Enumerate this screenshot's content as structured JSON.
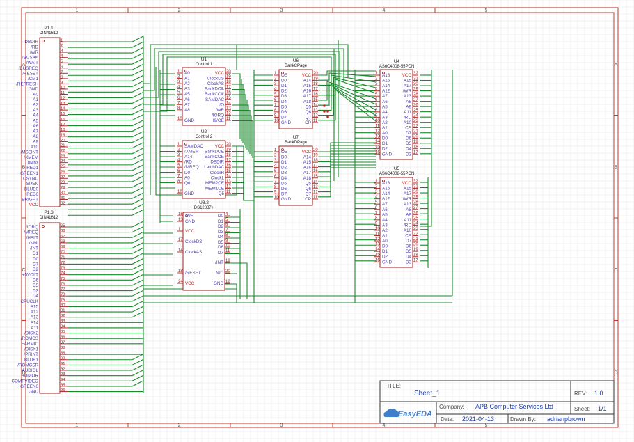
{
  "frame": {
    "columns": [
      "1",
      "2",
      "3",
      "4",
      "5"
    ],
    "rows": [
      "A",
      "B",
      "C",
      "D"
    ]
  },
  "title_block": {
    "title_label": "TITLE:",
    "title": "Sheet_1",
    "rev_label": "REV:",
    "rev": "1.0",
    "company_label": "Company:",
    "company": "APB Computer Services Ltd",
    "sheet_label": "Sheet:",
    "sheet": "1/1",
    "date_label": "Date:",
    "date": "2021-04-13",
    "drawn_label": "Drawn By:",
    "drawn": "adrianpbrown",
    "logo": "EasyEDA"
  },
  "components": {
    "p11": {
      "ref": "P1.1",
      "value": "DIN41612",
      "pins": [
        {
          "n": "1",
          "l": "DBDIR"
        },
        {
          "n": "2",
          "l": "/RD"
        },
        {
          "n": "3",
          "l": "/WR"
        },
        {
          "n": "4",
          "l": "/BUSAK"
        },
        {
          "n": "5",
          "l": "/WAIT"
        },
        {
          "n": "6",
          "l": "/BUSREQ"
        },
        {
          "n": "7",
          "l": "/RESET"
        },
        {
          "n": "8",
          "l": "/CM1"
        },
        {
          "n": "9",
          "l": "/REFRESH"
        },
        {
          "n": "10",
          "l": "GND"
        },
        {
          "n": "11",
          "l": "A0"
        },
        {
          "n": "12",
          "l": "A1"
        },
        {
          "n": "13",
          "l": "A2"
        },
        {
          "n": "14",
          "l": "A3"
        },
        {
          "n": "15",
          "l": "A4"
        },
        {
          "n": "16",
          "l": "A5"
        },
        {
          "n": "17",
          "l": "A6"
        },
        {
          "n": "18",
          "l": "A7"
        },
        {
          "n": "19",
          "l": "A8"
        },
        {
          "n": "20",
          "l": "A9"
        },
        {
          "n": "21",
          "l": "A10"
        },
        {
          "n": "22",
          "l": "/MSEINT"
        },
        {
          "n": "23",
          "l": "/XMEM"
        },
        {
          "n": "24",
          "l": "8Mhz"
        },
        {
          "n": "25",
          "l": "RED1"
        },
        {
          "n": "26",
          "l": "GREEN1"
        },
        {
          "n": "27",
          "l": "CSYNC"
        },
        {
          "n": "28",
          "l": "SPEN"
        },
        {
          "n": "29",
          "l": "BLUE0"
        },
        {
          "n": "30",
          "l": "RED0"
        },
        {
          "n": "31",
          "l": "BRIGHT"
        },
        {
          "n": "32",
          "l": "VCC"
        }
      ]
    },
    "p13": {
      "ref": "P1.3",
      "value": "DIN41612",
      "pins": [
        {
          "n": "65",
          "l": "/IORQ"
        },
        {
          "n": "66",
          "l": "/MREQ"
        },
        {
          "n": "67",
          "l": "/HALT"
        },
        {
          "n": "68",
          "l": "/NMI"
        },
        {
          "n": "69",
          "l": "/INT"
        },
        {
          "n": "70",
          "l": "D1"
        },
        {
          "n": "71",
          "l": "D0"
        },
        {
          "n": "72",
          "l": "D7"
        },
        {
          "n": "73",
          "l": "D2"
        },
        {
          "n": "74",
          "l": "+5VOLT"
        },
        {
          "n": "75",
          "l": "D6"
        },
        {
          "n": "76",
          "l": "D5"
        },
        {
          "n": "77",
          "l": "D3"
        },
        {
          "n": "78",
          "l": "D4"
        },
        {
          "n": "79",
          "l": "CPUCLK"
        },
        {
          "n": "80",
          "l": "A15"
        },
        {
          "n": "81",
          "l": "A12"
        },
        {
          "n": "82",
          "l": "A13"
        },
        {
          "n": "83",
          "l": "A14"
        },
        {
          "n": "84",
          "l": "A11"
        },
        {
          "n": "85",
          "l": "/DISK2"
        },
        {
          "n": "86",
          "l": "/ROMCS"
        },
        {
          "n": "87",
          "l": "EARMIC"
        },
        {
          "n": "88",
          "l": "/DISK1"
        },
        {
          "n": "89",
          "l": "/PRINT"
        },
        {
          "n": "90",
          "l": "BLUE1"
        },
        {
          "n": "91",
          "l": "/ROMCSR"
        },
        {
          "n": "92",
          "l": "AUDIOL"
        },
        {
          "n": "93",
          "l": "AUDIOR"
        },
        {
          "n": "94",
          "l": "COMPVIDEO"
        },
        {
          "n": "95",
          "l": "GREEN0"
        },
        {
          "n": "96",
          "l": "GND"
        }
      ]
    },
    "u1": {
      "ref": "U1",
      "value": "Control 1",
      "left": [
        {
          "n": "1",
          "l": "A0"
        },
        {
          "n": "2",
          "l": "A1"
        },
        {
          "n": "3",
          "l": "A2"
        },
        {
          "n": "4",
          "l": "A3"
        },
        {
          "n": "5",
          "l": "A5"
        },
        {
          "n": "6",
          "l": "A6"
        },
        {
          "n": "7",
          "l": "A7"
        },
        {
          "n": "8",
          "l": "A8"
        },
        {
          "n": "10",
          "l": "GND"
        }
      ],
      "right": [
        {
          "n": "20",
          "l": "VCC"
        },
        {
          "n": "19",
          "l": "ClockDS"
        },
        {
          "n": "18",
          "l": "ClockAS"
        },
        {
          "n": "17",
          "l": "BankDClk"
        },
        {
          "n": "16",
          "l": "BankCClk"
        },
        {
          "n": "15",
          "l": "SAMDAC"
        },
        {
          "n": "14",
          "l": "I/O"
        },
        {
          "n": "13",
          "l": "/WR"
        },
        {
          "n": "12",
          "l": "/IORQ"
        },
        {
          "n": "11",
          "l": "I9/OE"
        }
      ]
    },
    "u2": {
      "ref": "U2",
      "value": "Control 2",
      "left": [
        {
          "n": "1",
          "l": "SAMDAC"
        },
        {
          "n": "2",
          "l": "/XMEM"
        },
        {
          "n": "3",
          "l": "A14"
        },
        {
          "n": "4",
          "l": "/RD"
        },
        {
          "n": "5",
          "l": "/MREQ"
        },
        {
          "n": "6",
          "l": "D0"
        },
        {
          "n": "7",
          "l": "A0"
        },
        {
          "n": "8",
          "l": "Q6"
        },
        {
          "n": "10",
          "l": "GND"
        }
      ],
      "right": [
        {
          "n": "20",
          "l": "VCC"
        },
        {
          "n": "19",
          "l": "BankDOE"
        },
        {
          "n": "18",
          "l": "BankCOE"
        },
        {
          "n": "17",
          "l": "DBDIR"
        },
        {
          "n": "16",
          "l": "LatchDAC"
        },
        {
          "n": "15",
          "l": "ClockR"
        },
        {
          "n": "14",
          "l": "ClockL"
        },
        {
          "n": "13",
          "l": "MEM2CE"
        },
        {
          "n": "12",
          "l": "MEM1CE"
        },
        {
          "n": "11",
          "l": "Q5"
        }
      ]
    },
    "u32": {
      "ref": "U3.2",
      "value": "DS12887+",
      "left": [
        {
          "n": "15",
          "l": "/WR"
        },
        {
          "n": "13",
          "l": "GND"
        },
        {
          "n": "1",
          "l": "VCC"
        },
        {
          "n": "17",
          "l": "ClockDS"
        },
        {
          "n": "14",
          "l": "ClockAS"
        },
        {
          "n": "18",
          "l": "/RESET"
        },
        {
          "n": "24",
          "l": "VCC"
        }
      ],
      "right": [
        {
          "n": "4",
          "l": "D0"
        },
        {
          "n": "5",
          "l": "D1"
        },
        {
          "n": "6",
          "l": "D2"
        },
        {
          "n": "7",
          "l": "D3"
        },
        {
          "n": "8",
          "l": "D4"
        },
        {
          "n": "9",
          "l": "D5"
        },
        {
          "n": "10",
          "l": "D6"
        },
        {
          "n": "11",
          "l": "D7"
        },
        {
          "n": "19",
          "l": "/INT"
        },
        {
          "n": "20",
          "l": "N/C"
        },
        {
          "n": "12",
          "l": "GND"
        }
      ]
    },
    "u6": {
      "ref": "U6",
      "value": "BankCPage",
      "left": [
        {
          "n": "1",
          "l": "OE"
        },
        {
          "n": "2",
          "l": "D0"
        },
        {
          "n": "3",
          "l": "D1"
        },
        {
          "n": "4",
          "l": "D2"
        },
        {
          "n": "5",
          "l": "D3"
        },
        {
          "n": "6",
          "l": "D4"
        },
        {
          "n": "7",
          "l": "D5"
        },
        {
          "n": "8",
          "l": "D6"
        },
        {
          "n": "9",
          "l": "D7"
        },
        {
          "n": "10",
          "l": "GND"
        }
      ],
      "right": [
        {
          "n": "20",
          "l": "VCC"
        },
        {
          "n": "19",
          "l": "A14"
        },
        {
          "n": "18",
          "l": "A15"
        },
        {
          "n": "17",
          "l": "A16"
        },
        {
          "n": "16",
          "l": "A17"
        },
        {
          "n": "15",
          "l": "A18"
        },
        {
          "n": "14",
          "l": "Q5"
        },
        {
          "n": "13",
          "l": "Q6"
        },
        {
          "n": "12",
          "l": "Q7"
        },
        {
          "n": "11",
          "l": "CP"
        }
      ]
    },
    "u7": {
      "ref": "U7",
      "value": "BankDPage",
      "left": [
        {
          "n": "1",
          "l": "OE"
        },
        {
          "n": "2",
          "l": "D0"
        },
        {
          "n": "3",
          "l": "D1"
        },
        {
          "n": "4",
          "l": "D2"
        },
        {
          "n": "5",
          "l": "D3"
        },
        {
          "n": "6",
          "l": "D4"
        },
        {
          "n": "7",
          "l": "D5"
        },
        {
          "n": "8",
          "l": "D6"
        },
        {
          "n": "9",
          "l": "D7"
        },
        {
          "n": "10",
          "l": "GND"
        }
      ],
      "right": [
        {
          "n": "20",
          "l": "VCC"
        },
        {
          "n": "19",
          "l": "A14"
        },
        {
          "n": "18",
          "l": "A15"
        },
        {
          "n": "17",
          "l": "A16"
        },
        {
          "n": "16",
          "l": "A17"
        },
        {
          "n": "15",
          "l": "A18"
        },
        {
          "n": "14",
          "l": "Q5"
        },
        {
          "n": "13",
          "l": "Q6"
        },
        {
          "n": "12",
          "l": "Q7"
        },
        {
          "n": "11",
          "l": "CP"
        }
      ]
    },
    "u4": {
      "ref": "U4",
      "value": "AS6C4008-55PCN",
      "left": [
        {
          "n": "1",
          "l": "A18"
        },
        {
          "n": "2",
          "l": "A16"
        },
        {
          "n": "3",
          "l": "A14"
        },
        {
          "n": "4",
          "l": "A12"
        },
        {
          "n": "5",
          "l": "A7"
        },
        {
          "n": "6",
          "l": "A6"
        },
        {
          "n": "7",
          "l": "A5"
        },
        {
          "n": "8",
          "l": "A4"
        },
        {
          "n": "9",
          "l": "A3"
        },
        {
          "n": "10",
          "l": "A2"
        },
        {
          "n": "11",
          "l": "A1"
        },
        {
          "n": "12",
          "l": "A0"
        },
        {
          "n": "13",
          "l": "D0"
        },
        {
          "n": "14",
          "l": "D1"
        },
        {
          "n": "15",
          "l": "D2"
        },
        {
          "n": "16",
          "l": "GND"
        }
      ],
      "right": [
        {
          "n": "32",
          "l": "VCC"
        },
        {
          "n": "31",
          "l": "A15"
        },
        {
          "n": "30",
          "l": "A17"
        },
        {
          "n": "29",
          "l": "/WR"
        },
        {
          "n": "28",
          "l": "A13"
        },
        {
          "n": "27",
          "l": "A8"
        },
        {
          "n": "26",
          "l": "A9"
        },
        {
          "n": "25",
          "l": "A11"
        },
        {
          "n": "24",
          "l": "/RD"
        },
        {
          "n": "23",
          "l": "A10"
        },
        {
          "n": "22",
          "l": "CE"
        },
        {
          "n": "21",
          "l": "D7"
        },
        {
          "n": "20",
          "l": "D6"
        },
        {
          "n": "19",
          "l": "D5"
        },
        {
          "n": "18",
          "l": "D4"
        },
        {
          "n": "17",
          "l": "D3"
        }
      ]
    },
    "u5": {
      "ref": "U5",
      "value": "AS6C4008-55PCN",
      "left": [
        {
          "n": "1",
          "l": "A18"
        },
        {
          "n": "2",
          "l": "A16"
        },
        {
          "n": "3",
          "l": "A14"
        },
        {
          "n": "4",
          "l": "A12"
        },
        {
          "n": "5",
          "l": "A7"
        },
        {
          "n": "6",
          "l": "A6"
        },
        {
          "n": "7",
          "l": "A5"
        },
        {
          "n": "8",
          "l": "A4"
        },
        {
          "n": "9",
          "l": "A3"
        },
        {
          "n": "10",
          "l": "A2"
        },
        {
          "n": "11",
          "l": "A1"
        },
        {
          "n": "12",
          "l": "A0"
        },
        {
          "n": "13",
          "l": "D0"
        },
        {
          "n": "14",
          "l": "D1"
        },
        {
          "n": "15",
          "l": "D2"
        },
        {
          "n": "16",
          "l": "GND"
        }
      ],
      "right": [
        {
          "n": "32",
          "l": "VCC"
        },
        {
          "n": "31",
          "l": "A15"
        },
        {
          "n": "30",
          "l": "A17"
        },
        {
          "n": "29",
          "l": "/WR"
        },
        {
          "n": "28",
          "l": "A13"
        },
        {
          "n": "27",
          "l": "A8"
        },
        {
          "n": "26",
          "l": "A9"
        },
        {
          "n": "25",
          "l": "A11"
        },
        {
          "n": "24",
          "l": "/RD"
        },
        {
          "n": "23",
          "l": "A10"
        },
        {
          "n": "22",
          "l": "CE"
        },
        {
          "n": "21",
          "l": "D7"
        },
        {
          "n": "20",
          "l": "D6"
        },
        {
          "n": "19",
          "l": "D5"
        },
        {
          "n": "18",
          "l": "D4"
        },
        {
          "n": "17",
          "l": "D3"
        }
      ]
    }
  },
  "colors": {
    "frame": "#c0382b",
    "body": "#a31c1c",
    "pin": "#b4302f",
    "wire": "#18892b",
    "pin_label": "#4b3ea8",
    "pin_number": "#a31c1c",
    "vcc_label": "#d4201a",
    "text": "#1f1f1f",
    "tb_text": "#1a3aa0",
    "tb_label": "#4a4a4a",
    "logo": "#3f7ecb",
    "junction": "#c0281f"
  }
}
